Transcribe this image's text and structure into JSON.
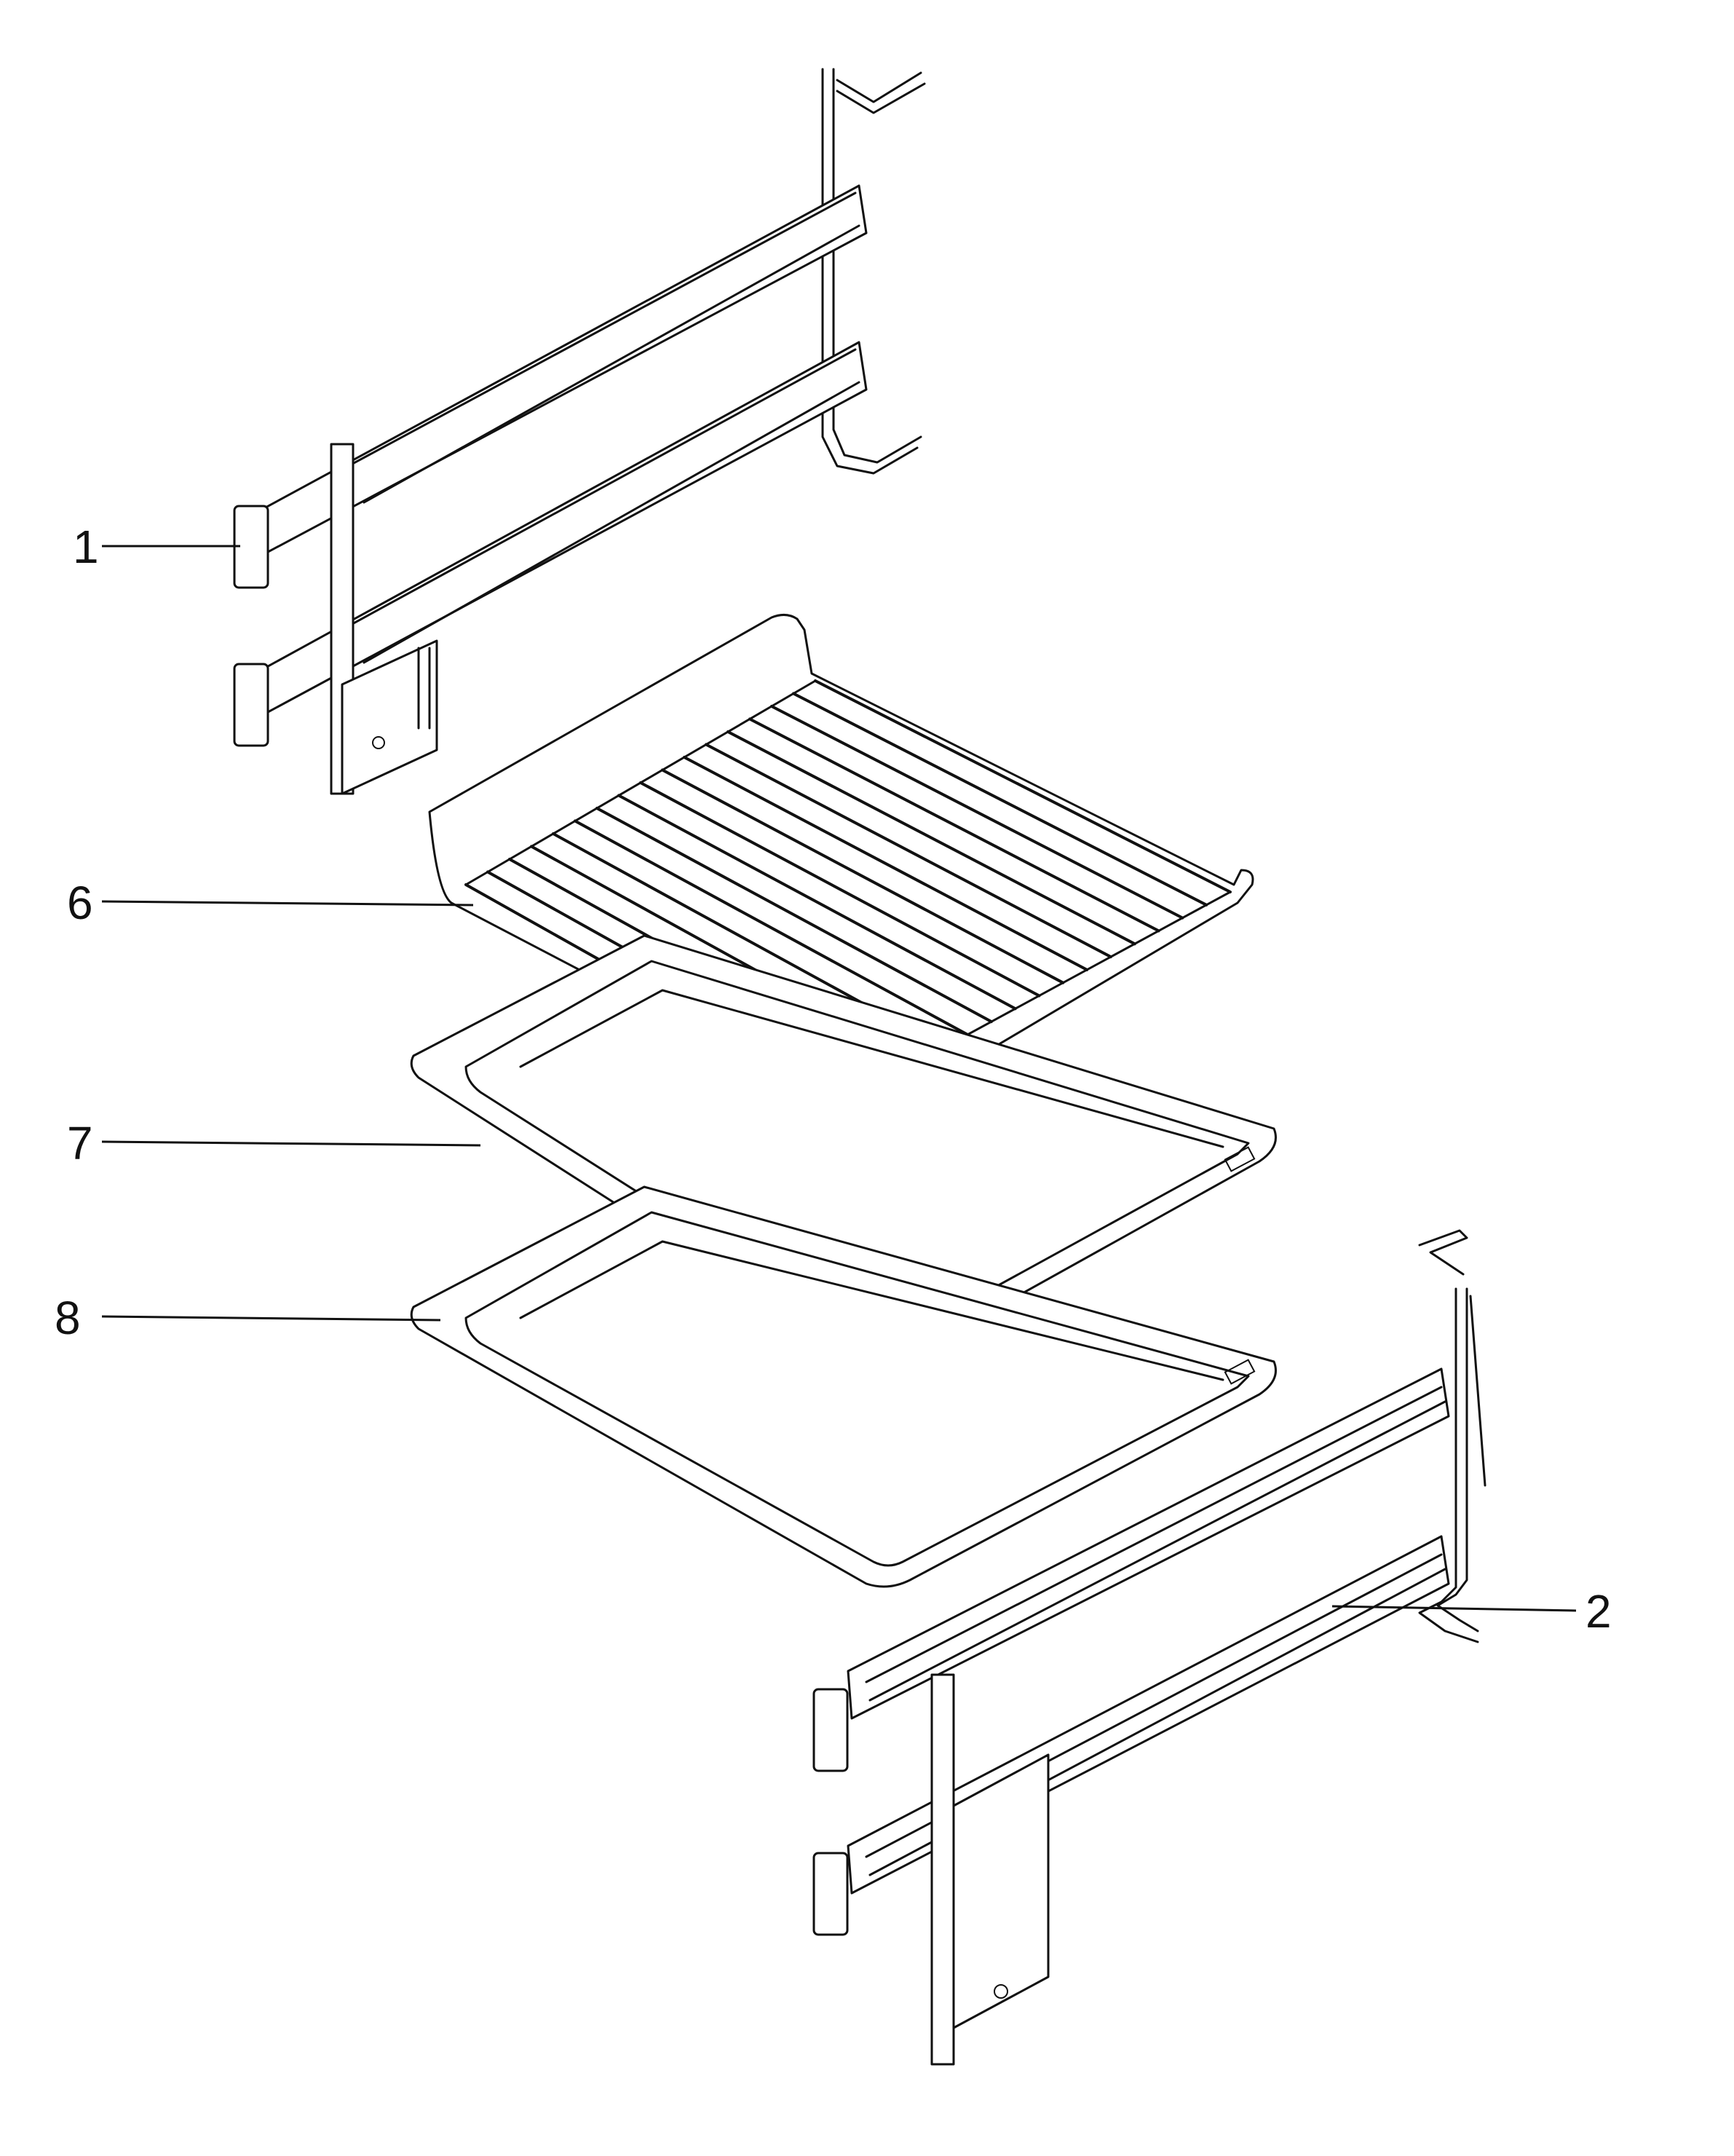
{
  "callouts": [
    {
      "id": "callout-1",
      "label": "1"
    },
    {
      "id": "callout-6",
      "label": "6"
    },
    {
      "id": "callout-7",
      "label": "7"
    },
    {
      "id": "callout-8",
      "label": "8"
    },
    {
      "id": "callout-2",
      "label": "2"
    }
  ]
}
